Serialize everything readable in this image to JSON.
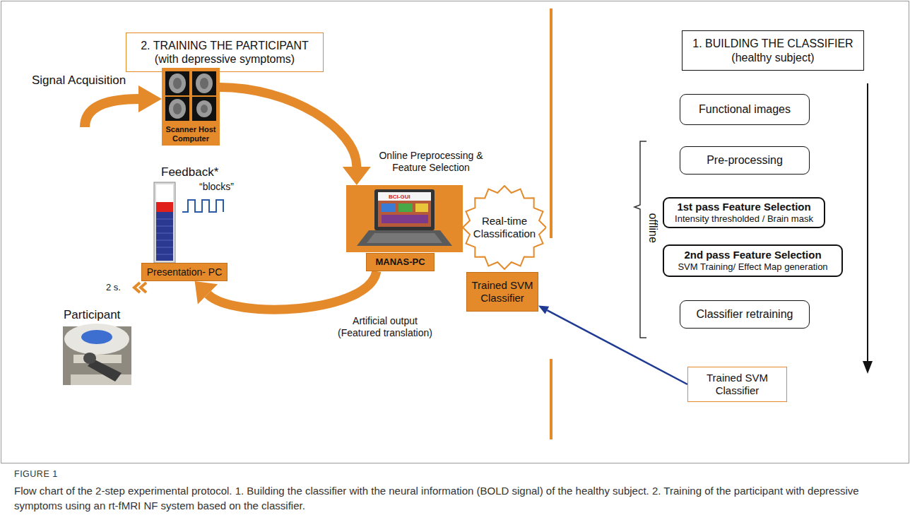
{
  "diagram": {
    "caption": "Flow chart of the 2-step experimental protocol. 1. Building the classifier with the neural information (BOLD signal) of the healthy subject. 2. Training of the participant with depressive symptoms using an rt-fMRI NF system based on the classifier.",
    "nodes": [
      {
        "text": [
          "2. TRAINING THE PARTICIPANT",
          "(with depressive symptoms)"
        ]
      },
      {
        "text": [
          "Scanner Host Computer"
        ]
      },
      {
        "text": [
          "Presentation- PC"
        ]
      },
      {
        "text": [
          "MANAS-PC"
        ]
      },
      {
        "text": [
          "Real-time Classification"
        ]
      },
      {
        "text": [
          "Trained SVM Classifier"
        ]
      },
      {
        "text": [
          "1. BUILDING THE CLASSIFIER",
          "(healthy subject)"
        ]
      },
      {
        "text": [
          "Functional images"
        ]
      },
      {
        "text": [
          "Pre-processing"
        ]
      },
      {
        "text": [
          "1st pass Feature Selection",
          "Intensity thresholded / Brain mask"
        ]
      },
      {
        "text": [
          "2nd pass Feature Selection",
          "SVM Training/ Effect Map generation"
        ]
      },
      {
        "text": [
          "Classifier retraining"
        ]
      },
      {
        "text": [
          "Trained SVM Classifier"
        ]
      }
    ],
    "edges": [
      {
        "from": 1,
        "to": 3,
        "label": "Online Preprocessing & Feature Selection",
        "arrow": "to"
      },
      {
        "from": 3,
        "to": 2,
        "label": "Artificial output (Featured translation)",
        "arrow": "to"
      },
      {
        "from": 12,
        "to": 5,
        "arrow": "to"
      }
    ],
    "labels": [
      "Signal Acquisition",
      "Participant",
      "Feedback*",
      "“blocks”",
      "2 s.",
      "BCI-GUI",
      "offline",
      "FIGURE 1"
    ]
  }
}
